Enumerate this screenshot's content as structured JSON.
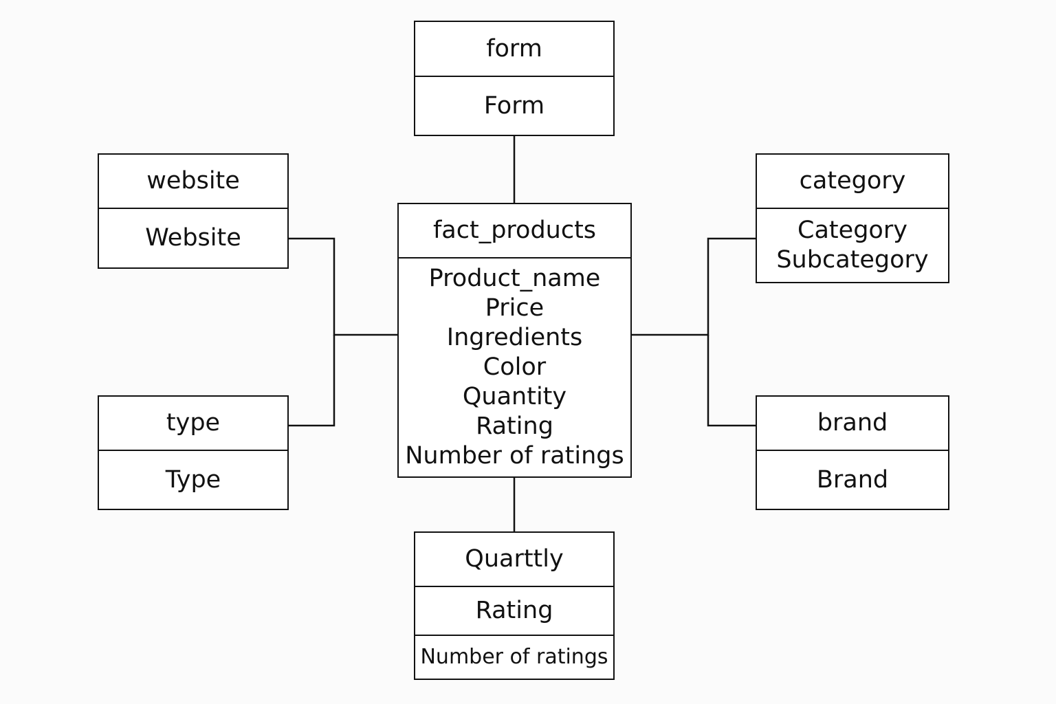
{
  "diagram": {
    "form": {
      "title": "form",
      "fields": [
        "Form"
      ]
    },
    "website": {
      "title": "website",
      "fields": [
        "Website"
      ]
    },
    "category": {
      "title": "category",
      "fields": [
        "Category",
        "Subcategory"
      ]
    },
    "fact_products": {
      "title": "fact_products",
      "fields": [
        "Product_name",
        "Price",
        "Ingredients",
        "Color",
        "Quantity",
        "Rating",
        "Number of ratings"
      ]
    },
    "type": {
      "title": "type",
      "fields": [
        "Type"
      ]
    },
    "brand": {
      "title": "brand",
      "fields": [
        "Brand"
      ]
    },
    "quantity": {
      "title": "Quarttly",
      "fields": [
        "Rating",
        "Number of ratings"
      ]
    }
  }
}
